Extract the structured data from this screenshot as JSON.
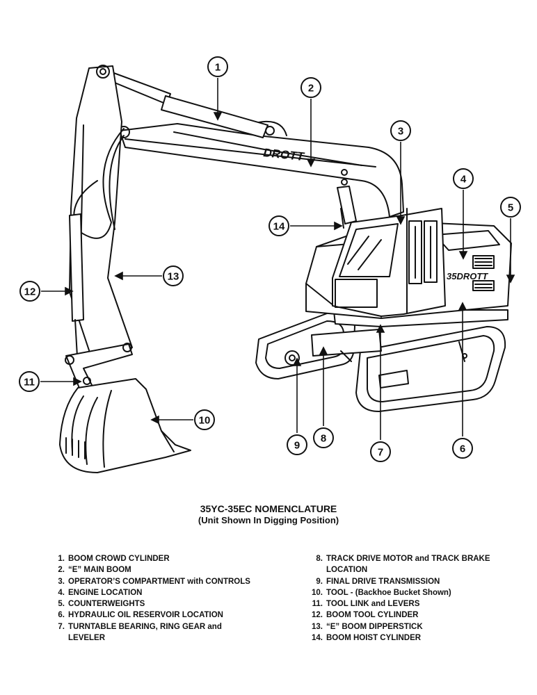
{
  "figure": {
    "brand_boom": "DROTT",
    "brand_cab": "35DROTT",
    "callouts": [
      "1",
      "2",
      "3",
      "4",
      "5",
      "6",
      "7",
      "8",
      "9",
      "10",
      "11",
      "12",
      "13",
      "14"
    ]
  },
  "caption": {
    "title": "35YC-35EC NOMENCLATURE",
    "subtitle": "(Unit Shown In Digging Position)"
  },
  "legend": [
    {
      "num": "1.",
      "text": "BOOM CROWD CYLINDER"
    },
    {
      "num": "2.",
      "text": "“E” MAIN BOOM"
    },
    {
      "num": "3.",
      "text": "OPERATOR’S COMPARTMENT with CONTROLS"
    },
    {
      "num": "4.",
      "text": "ENGINE LOCATION"
    },
    {
      "num": "5.",
      "text": "COUNTERWEIGHTS"
    },
    {
      "num": "6.",
      "text": "HYDRAULIC OIL RESERVOIR LOCATION"
    },
    {
      "num": "7.",
      "text": "TURNTABLE BEARING, RING GEAR and LEVELER"
    },
    {
      "num": "8.",
      "text": "TRACK DRIVE MOTOR and TRACK BRAKE LOCATION"
    },
    {
      "num": "9.",
      "text": "FINAL DRIVE TRANSMISSION"
    },
    {
      "num": "10.",
      "text": "TOOL - (Backhoe Bucket Shown)"
    },
    {
      "num": "11.",
      "text": "TOOL LINK and LEVERS"
    },
    {
      "num": "12.",
      "text": "BOOM TOOL CYLINDER"
    },
    {
      "num": "13.",
      "text": "“E” BOOM DIPPERSTICK"
    },
    {
      "num": "14.",
      "text": "BOOM HOIST CYLINDER"
    }
  ]
}
